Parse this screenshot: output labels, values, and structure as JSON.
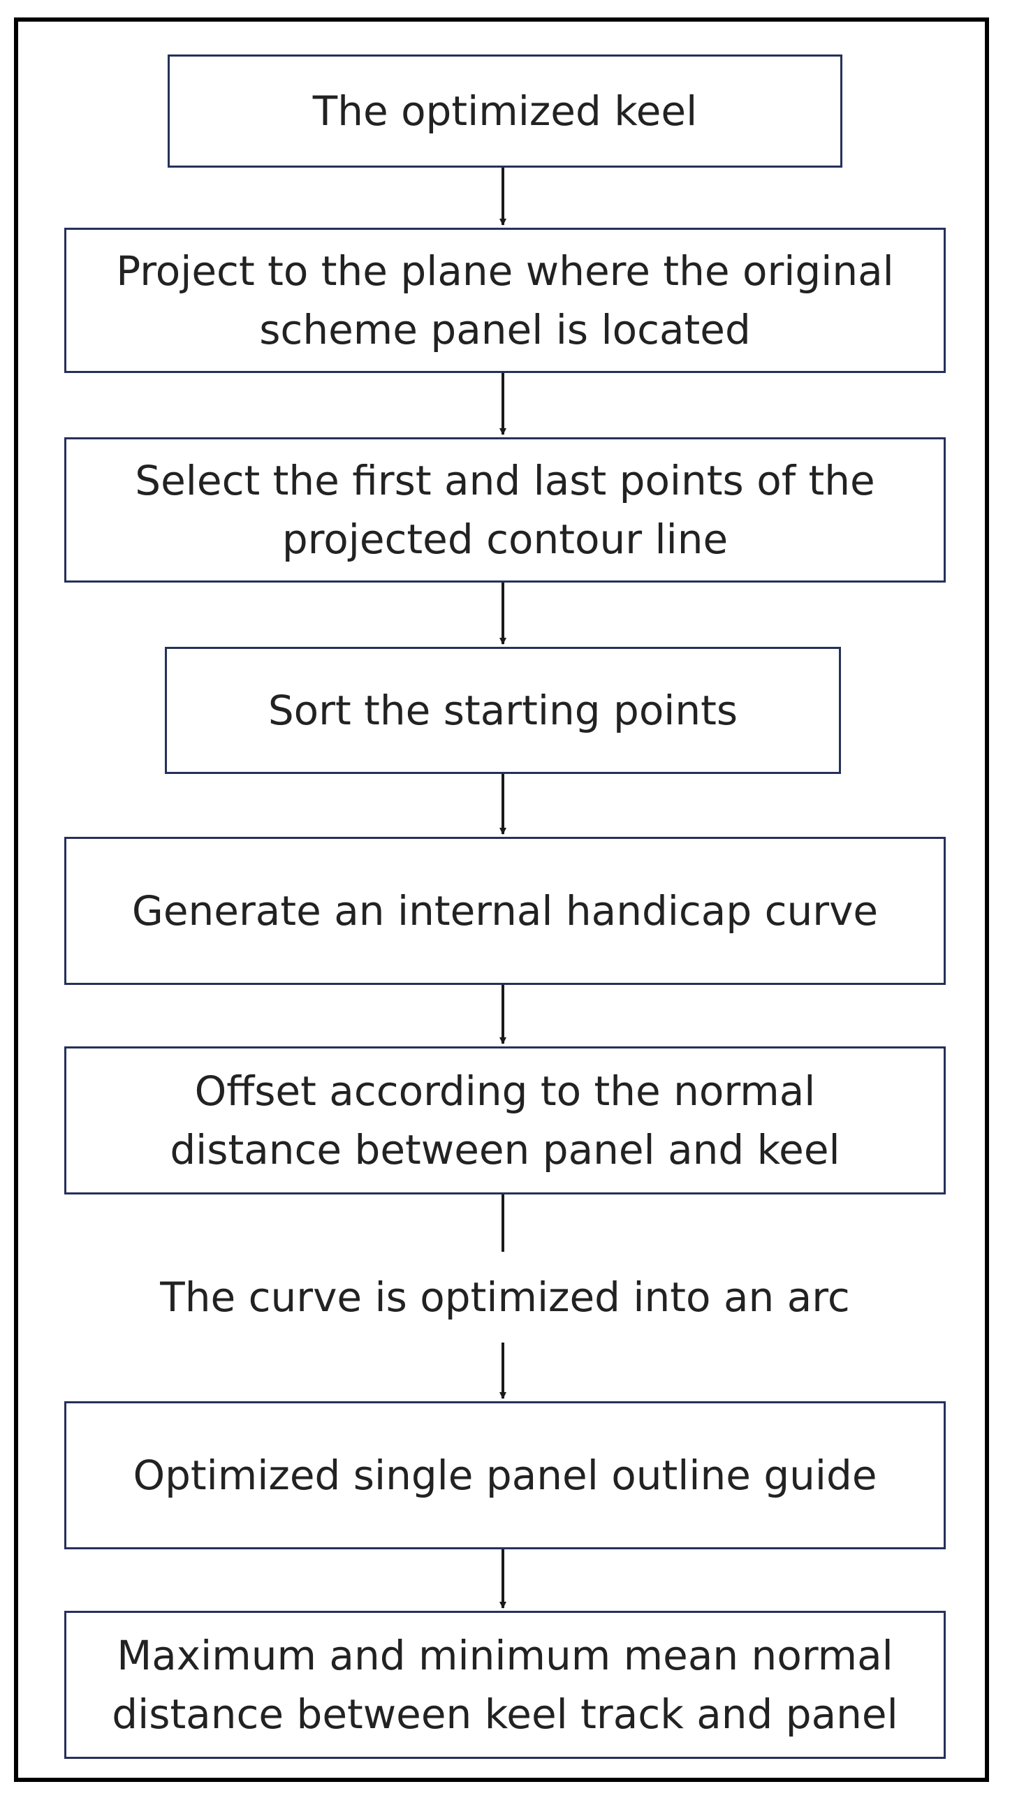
{
  "flowchart": {
    "steps": [
      "The optimized keel",
      "Project to the plane where the original\nscheme panel is located",
      "Select the first and last points of the\nprojected contour line",
      "Sort the starting points",
      "Generate an internal handicap curve",
      "Offset according to the normal\ndistance between panel and keel",
      "Optimized single panel outline guide",
      "Maximum and minimum mean normal\ndistance between keel track and panel"
    ],
    "connector_label": "The curve is optimized into an arc",
    "colors": {
      "box_border": "#27305a",
      "arrow": "#1a1a1a",
      "frame": "#000000"
    }
  }
}
